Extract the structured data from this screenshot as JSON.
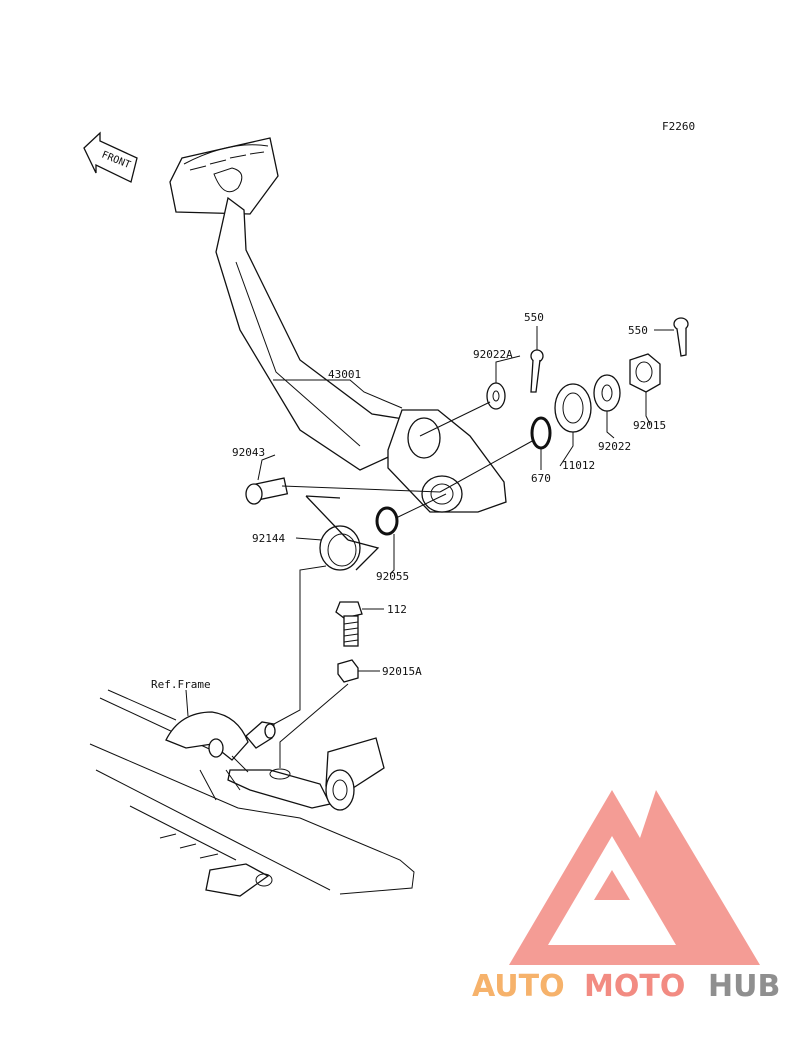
{
  "diagram": {
    "code": "F2260",
    "front_label": "FRONT",
    "parts": {
      "p43001": "43001",
      "p92022A": "92022A",
      "p550a": "550",
      "p550b": "550",
      "p92015": "92015",
      "p92022": "92022",
      "p11012": "11012",
      "p670": "670",
      "p92043": "92043",
      "p92144": "92144",
      "p92055": "92055",
      "p112": "112",
      "p92015A": "92015A",
      "ref_frame": "Ref.Frame"
    }
  },
  "watermark": {
    "part1": "AUTO",
    "part2": "MOTO",
    "part3": "HUB",
    "colors": {
      "orange": "#f6b26b",
      "red": "#f28b82",
      "gray": "#8f8f8f",
      "logo": "#f28b82"
    }
  }
}
